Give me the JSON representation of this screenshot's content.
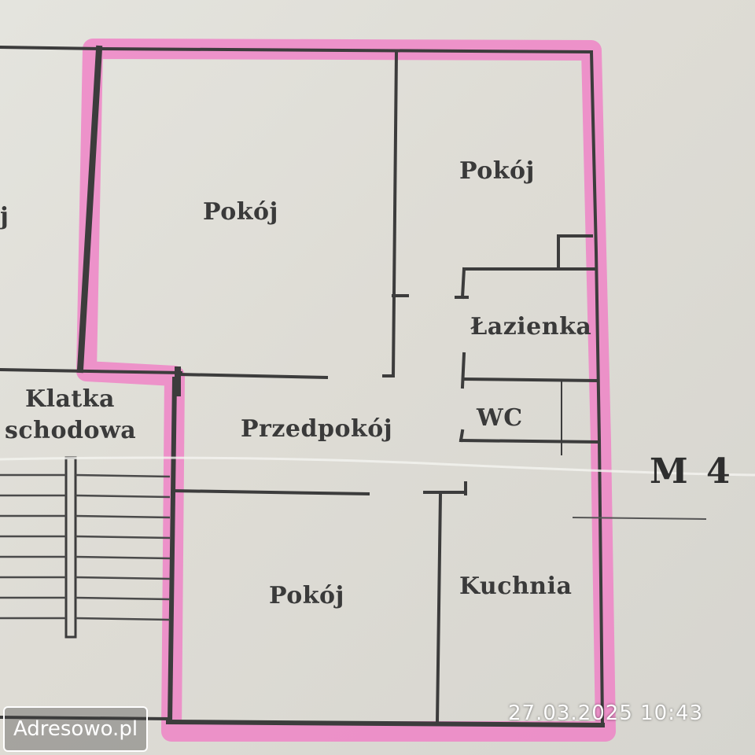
{
  "floor_plan": {
    "rooms": {
      "room_top_left": "Pokój",
      "room_top_right": "Pokój",
      "room_left_edge": "j",
      "bathroom": "Łazienka",
      "wc": "WC",
      "staircase_line1": "Klatka",
      "staircase_line2": "schodowa",
      "hallway": "Przedpokój",
      "room_bottom": "Pokój",
      "kitchen": "Kuchnia"
    },
    "unit_label": "M 4",
    "highlight_color": "#f080c8",
    "wall_color": "#3c3c3c"
  },
  "overlay": {
    "watermark": "Adresowo.pl",
    "timestamp": "27.03.2025 10:43"
  }
}
